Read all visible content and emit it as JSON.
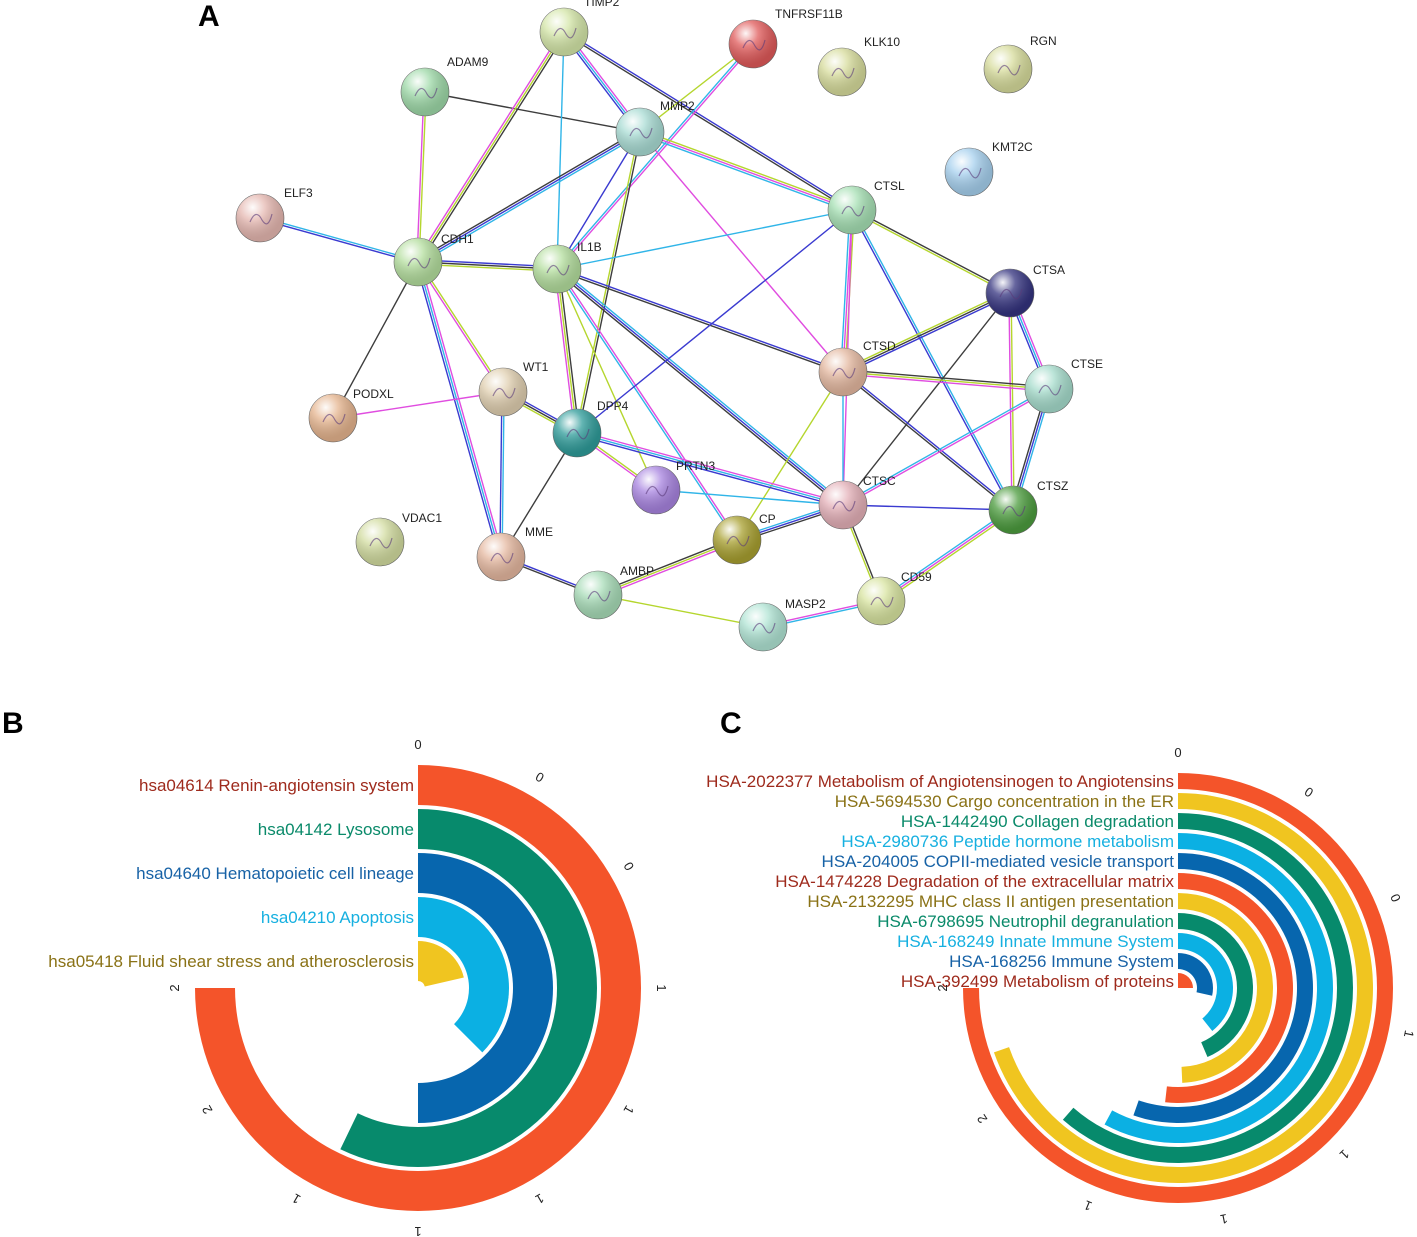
{
  "panels": {
    "a": "A",
    "b": "B",
    "c": "C"
  },
  "network": {
    "nodes": [
      {
        "id": "TIMP2",
        "color": "#d4e6a8"
      },
      {
        "id": "TNFRSF11B",
        "color": "#e05a5a"
      },
      {
        "id": "KLK10",
        "color": "#d7dc9c"
      },
      {
        "id": "RGN",
        "color": "#d7dc9c"
      },
      {
        "id": "ADAM9",
        "color": "#9ed9a8"
      },
      {
        "id": "MMP2",
        "color": "#a9dcd4"
      },
      {
        "id": "KMT2C",
        "color": "#a6d0ee"
      },
      {
        "id": "CTSL",
        "color": "#a6e0b4"
      },
      {
        "id": "ELF3",
        "color": "#e5b7b0"
      },
      {
        "id": "CDH1",
        "color": "#b4de9e"
      },
      {
        "id": "IL1B",
        "color": "#b4de9e"
      },
      {
        "id": "CTSA",
        "color": "#34337f"
      },
      {
        "id": "CTSD",
        "color": "#e4b8a0"
      },
      {
        "id": "CTSE",
        "color": "#a6dccc"
      },
      {
        "id": "WT1",
        "color": "#e0cfb0"
      },
      {
        "id": "PODXL",
        "color": "#e5b48e"
      },
      {
        "id": "DPP4",
        "color": "#2f9c9a"
      },
      {
        "id": "PRTN3",
        "color": "#a884e0"
      },
      {
        "id": "CTSC",
        "color": "#e4b0b8"
      },
      {
        "id": "CTSZ",
        "color": "#4c9c3e"
      },
      {
        "id": "VDAC1",
        "color": "#d2dca0"
      },
      {
        "id": "MME",
        "color": "#e5b8a0"
      },
      {
        "id": "CP",
        "color": "#a8a030"
      },
      {
        "id": "AMBP",
        "color": "#a8dcb8"
      },
      {
        "id": "CD59",
        "color": "#d8e4a0"
      },
      {
        "id": "MASP2",
        "color": "#b0e4d4"
      }
    ],
    "edges": [
      [
        "ADAM9",
        "MMP2"
      ],
      [
        "ADAM9",
        "CDH1"
      ],
      [
        "TIMP2",
        "MMP2"
      ],
      [
        "TIMP2",
        "IL1B"
      ],
      [
        "TIMP2",
        "CTSL"
      ],
      [
        "TIMP2",
        "CDH1"
      ],
      [
        "TNFRSF11B",
        "MMP2"
      ],
      [
        "TNFRSF11B",
        "IL1B"
      ],
      [
        "MMP2",
        "CDH1"
      ],
      [
        "MMP2",
        "IL1B"
      ],
      [
        "MMP2",
        "DPP4"
      ],
      [
        "MMP2",
        "CTSL"
      ],
      [
        "MMP2",
        "CTSD"
      ],
      [
        "ELF3",
        "CDH1"
      ],
      [
        "CDH1",
        "IL1B"
      ],
      [
        "CDH1",
        "PODXL"
      ],
      [
        "CDH1",
        "WT1"
      ],
      [
        "CDH1",
        "MME"
      ],
      [
        "IL1B",
        "CTSL"
      ],
      [
        "IL1B",
        "CTSD"
      ],
      [
        "IL1B",
        "DPP4"
      ],
      [
        "IL1B",
        "PRTN3"
      ],
      [
        "IL1B",
        "CP"
      ],
      [
        "IL1B",
        "CTSC"
      ],
      [
        "CTSL",
        "DPP4"
      ],
      [
        "CTSL",
        "CTSA"
      ],
      [
        "CTSL",
        "CTSD"
      ],
      [
        "CTSL",
        "CTSC"
      ],
      [
        "CTSL",
        "CTSZ"
      ],
      [
        "CTSA",
        "CTSD"
      ],
      [
        "CTSA",
        "CTSC"
      ],
      [
        "CTSA",
        "CTSZ"
      ],
      [
        "CTSA",
        "CTSE"
      ],
      [
        "CTSD",
        "CTSC"
      ],
      [
        "CTSD",
        "CTSZ"
      ],
      [
        "CTSD",
        "CTSE"
      ],
      [
        "CTSD",
        "CP"
      ],
      [
        "CTSE",
        "CTSC"
      ],
      [
        "CTSE",
        "CTSZ"
      ],
      [
        "CTSC",
        "CTSZ"
      ],
      [
        "CTSC",
        "CD59"
      ],
      [
        "CTSZ",
        "CD59"
      ],
      [
        "WT1",
        "PODXL"
      ],
      [
        "WT1",
        "MME"
      ],
      [
        "WT1",
        "DPP4"
      ],
      [
        "DPP4",
        "MME"
      ],
      [
        "DPP4",
        "PRTN3"
      ],
      [
        "DPP4",
        "CTSC"
      ],
      [
        "PRTN3",
        "CTSC"
      ],
      [
        "MME",
        "AMBP"
      ],
      [
        "AMBP",
        "CP"
      ],
      [
        "AMBP",
        "MASP2"
      ],
      [
        "MASP2",
        "CD59"
      ],
      [
        "CP",
        "CTSC"
      ]
    ]
  },
  "chart_data": [
    {
      "type": "bar",
      "orientation": "radial",
      "categories": [
        "hsa04614 Renin-angiotensin system",
        "hsa04142 Lysosome",
        "hsa04640 Hematopoietic cell lineage",
        "hsa04210 Apoptosis",
        "hsa05418 Fluid shear stress and atherosclerosis"
      ],
      "values": [
        2.1,
        1.6,
        1.4,
        1.05,
        0.6
      ],
      "colors": [
        "#f4542a",
        "#078a6c",
        "#0766ae",
        "#0bb0e3",
        "#f0c520"
      ],
      "label_colors": [
        "#9e2a1c",
        "#0a8a6a",
        "#1762a6",
        "#16b0e0",
        "#8a7216"
      ],
      "ticks": [
        "0",
        "0",
        "0",
        "1",
        "1",
        "1",
        "1",
        "1",
        "2",
        "2"
      ]
    },
    {
      "type": "bar",
      "orientation": "radial",
      "categories": [
        "HSA-2022377 Metabolism of Angiotensinogen to Angiotensins",
        "HSA-5694530 Cargo concentration in the ER",
        "HSA-1442490 Collagen degradation",
        "HSA-2980736 Peptide hormone metabolism",
        "HSA-204005 COPII-mediated vesicle transport",
        "HSA-1474228 Degradation of the extracellular matrix",
        "HSA-2132295 MHC class II antigen presentation",
        "HSA-6798695 Neutrophil degranulation",
        "HSA-168249 Innate Immune System",
        "HSA-168256 Immune System",
        "HSA-392499 Metabolism of proteins"
      ],
      "values": [
        2.1,
        1.95,
        1.72,
        1.62,
        1.55,
        1.45,
        1.38,
        1.22,
        1.1,
        0.8,
        0.7
      ],
      "colors": [
        "#f4542a",
        "#f0c520",
        "#078a6c",
        "#0bb0e3",
        "#0766ae",
        "#f4542a",
        "#f0c520",
        "#078a6c",
        "#0bb0e3",
        "#0766ae",
        "#f4542a"
      ],
      "label_colors": [
        "#9e2a1c",
        "#8a7216",
        "#0a8a6a",
        "#16b0e0",
        "#1762a6",
        "#9e2a1c",
        "#8a7216",
        "#0a8a6a",
        "#16b0e0",
        "#1762a6",
        "#9e2a1c"
      ],
      "ticks": [
        "0",
        "0",
        "0",
        "1",
        "1",
        "1",
        "1",
        "2",
        "2"
      ]
    }
  ]
}
